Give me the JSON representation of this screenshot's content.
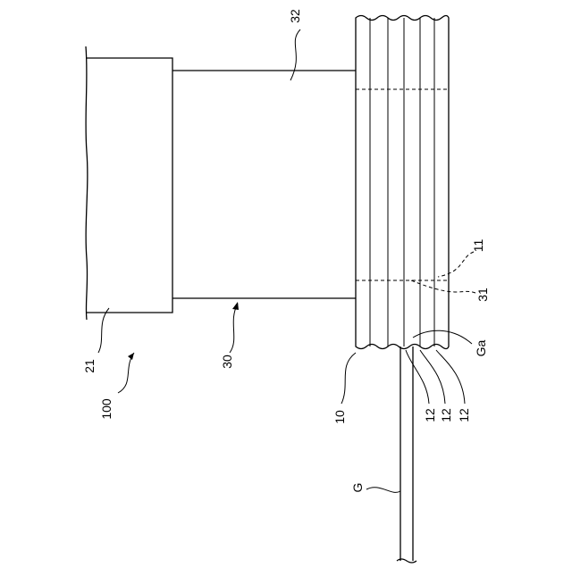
{
  "labels": {
    "l100": "100",
    "l21": "21",
    "l30": "30",
    "l32": "32",
    "l10": "10",
    "l11": "11",
    "l31": "31",
    "lGa": "Ga",
    "l12a": "12",
    "l12b": "12",
    "l12c": "12",
    "lG": "G"
  }
}
